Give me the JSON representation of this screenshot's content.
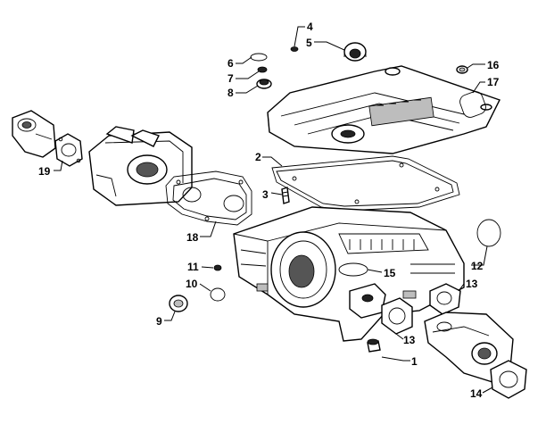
{
  "callouts": [
    {
      "id": "c1",
      "text": "1"
    },
    {
      "id": "c2",
      "text": "2"
    },
    {
      "id": "c3",
      "text": "3"
    },
    {
      "id": "c4",
      "text": "4"
    },
    {
      "id": "c5",
      "text": "5"
    },
    {
      "id": "c6",
      "text": "6"
    },
    {
      "id": "c7",
      "text": "7"
    },
    {
      "id": "c8",
      "text": "8"
    },
    {
      "id": "c9",
      "text": "9"
    },
    {
      "id": "c10",
      "text": "10"
    },
    {
      "id": "c11",
      "text": "11"
    },
    {
      "id": "c12",
      "text": "12"
    },
    {
      "id": "c13a",
      "text": "13"
    },
    {
      "id": "c13b",
      "text": "13"
    },
    {
      "id": "c14",
      "text": "14"
    },
    {
      "id": "c15",
      "text": "15"
    },
    {
      "id": "c16",
      "text": "16"
    },
    {
      "id": "c17",
      "text": "17"
    },
    {
      "id": "c18",
      "text": "18"
    },
    {
      "id": "c19",
      "text": "19"
    }
  ]
}
